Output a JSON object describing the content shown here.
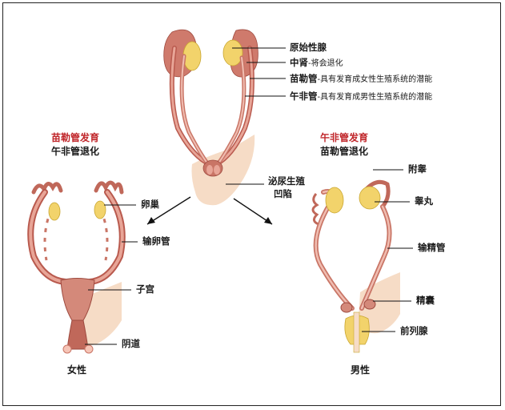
{
  "top": {
    "primordial_gonad": "原始性腺",
    "mesonephros_term": "中肾",
    "mesonephros_note": "-将会退化",
    "mullerian_term": "苗勒管",
    "mullerian_note": "-具有发育成女性生殖系统的潜能",
    "wolffian_term": "午非管",
    "wolffian_note": "-具有发育成男性生殖系统的潜能",
    "urogenital_sinus_line1": "泌尿生殖",
    "urogenital_sinus_line2": "凹陷"
  },
  "female": {
    "header_line1": "苗勒管发育",
    "header_line2": "午非管退化",
    "ovary": "卵巢",
    "oviduct": "输卵管",
    "uterus": "子宫",
    "vagina": "阴道",
    "caption": "女性"
  },
  "male": {
    "header_line1": "午非管发育",
    "header_line2": "苗勒管退化",
    "epididymis": "附睾",
    "testis": "睾丸",
    "vas_deferens": "输精管",
    "seminal_vesicle": "精囊",
    "prostate": "前列腺",
    "caption": "男性"
  },
  "colors": {
    "header_accent": "#c0262a",
    "duct": "#b95a4e",
    "gonad": "#f2d36b",
    "skin": "#f6dcc6"
  }
}
